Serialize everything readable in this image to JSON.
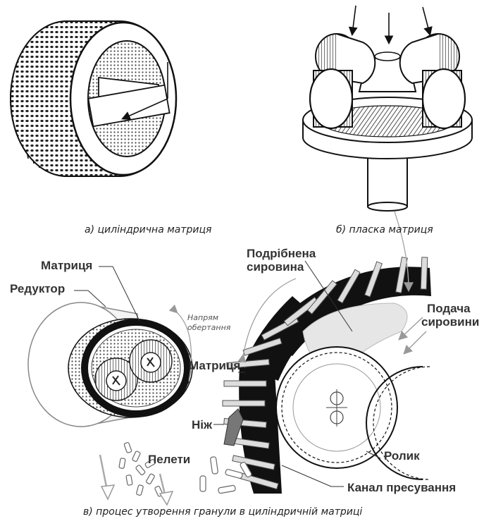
{
  "captions": {
    "a": "а) циліндрична матриця",
    "b": "б) пласка матриця",
    "c": "в) процес утворення гранули в циліндричній матриці"
  },
  "labels": {
    "matrix_top": "Матриця",
    "reducer": "Редуктор",
    "rotation_line1": "Напрям",
    "rotation_line2": "обертання",
    "crushed_line1": "Подрібнена",
    "crushed_line2": "сировина",
    "feed_line1": "Подача",
    "feed_line2": "сировини",
    "matrix_mid": "Матриця",
    "knife": "Ніж",
    "pellets": "Пелети",
    "roller": "Ролик",
    "channel": "Канал пресування"
  }
}
